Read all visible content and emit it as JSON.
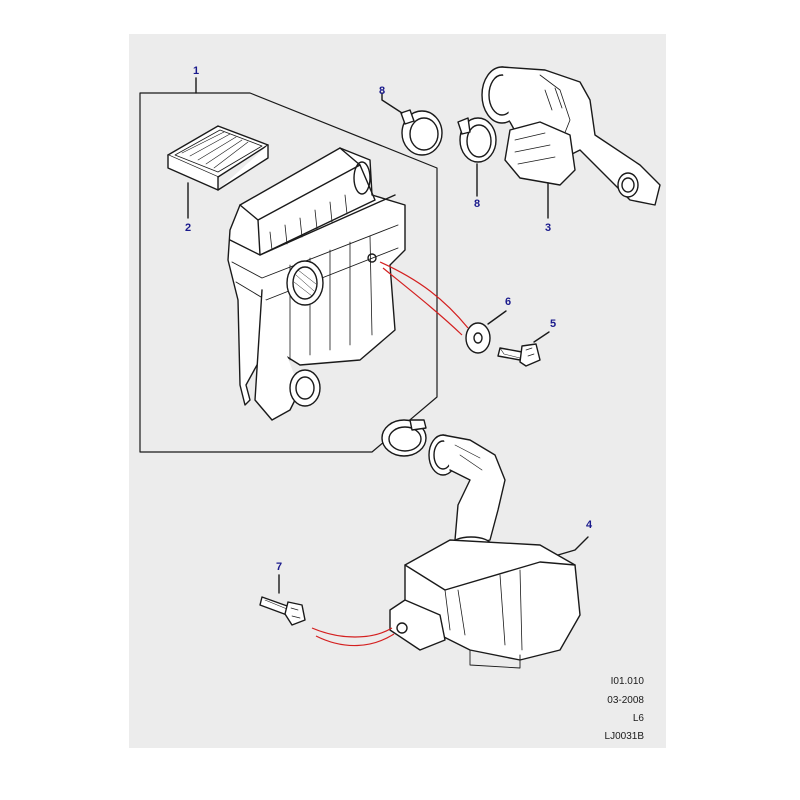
{
  "callouts": {
    "c1": "1",
    "c2": "2",
    "c3": "3",
    "c4": "4",
    "c5": "5",
    "c6": "6",
    "c7": "7",
    "c8a": "8",
    "c8b": "8"
  },
  "reference": {
    "code": "I01.010",
    "date": "03-2008",
    "model": "L6",
    "drawing": "LJ0031B"
  },
  "colors": {
    "background": "#ececec",
    "callout": "#1a1a8c",
    "leader_red": "#d42020",
    "line": "#1a1a1a",
    "part_fill": "#ffffff"
  }
}
